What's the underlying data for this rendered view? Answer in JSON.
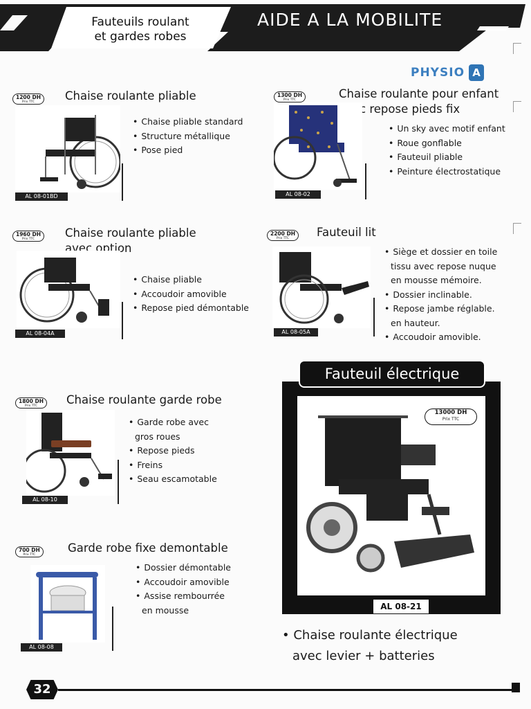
{
  "header": {
    "category_line1": "Fauteuils roulant",
    "category_line2": "et gardes robes",
    "title": "AIDE A LA MOBILITE"
  },
  "brand": {
    "text": "PHYSIO",
    "badge": "A"
  },
  "products": [
    {
      "id": "p1",
      "title_line1": "Chaise roulante pliable",
      "title_line2": "",
      "price": "1200 DH",
      "price_note": "Prix TTC",
      "code": "AL 08-01BD",
      "features": [
        {
          "t": "Chaise pliable standard",
          "b": true
        },
        {
          "t": "Structure métallique",
          "b": true
        },
        {
          "t": "Pose pied",
          "b": true
        }
      ]
    },
    {
      "id": "p2",
      "title_line1": "Chaise roulante pour enfant",
      "title_line2": "avec repose pieds fix",
      "price": "1300 DH",
      "price_note": "Prix TTC",
      "code": "AL 08-02",
      "features": [
        {
          "t": "Un sky avec motif enfant",
          "b": true
        },
        {
          "t": "Roue gonflable",
          "b": true
        },
        {
          "t": "Fauteuil pliable",
          "b": true
        },
        {
          "t": "Peinture électrostatique",
          "b": true
        }
      ]
    },
    {
      "id": "p3",
      "title_line1": "Chaise roulante pliable",
      "title_line2": "avec option",
      "price": "1960 DH",
      "price_note": "Prix TTC",
      "code": "AL 08-04A",
      "features": [
        {
          "t": "Chaise pliable",
          "b": true
        },
        {
          "t": "Accoudoir amovible",
          "b": true
        },
        {
          "t": "Repose pied démontable",
          "b": true
        }
      ]
    },
    {
      "id": "p4",
      "title_line1": "Fauteuil lit",
      "title_line2": "",
      "price": "2200 DH",
      "price_note": "Prix TTC",
      "code": "AL 08-05A",
      "features": [
        {
          "t": "Siège et dossier en toile",
          "b": true
        },
        {
          "t": "tissu avec repose nuque",
          "b": false
        },
        {
          "t": "en mousse mémoire.",
          "b": false
        },
        {
          "t": "Dossier inclinable.",
          "b": true
        },
        {
          "t": "Repose jambe réglable.",
          "b": true
        },
        {
          "t": "en hauteur.",
          "b": false
        },
        {
          "t": "Accoudoir amovible.",
          "b": true
        }
      ]
    },
    {
      "id": "p5",
      "title_line1": "Chaise roulante garde robe",
      "title_line2": "",
      "price": "1800 DH",
      "price_note": "Prix TTC",
      "code": "AL 08-10",
      "features": [
        {
          "t": "Garde robe avec",
          "b": true
        },
        {
          "t": "gros roues",
          "b": false
        },
        {
          "t": "Repose pieds",
          "b": true
        },
        {
          "t": "Freins",
          "b": true
        },
        {
          "t": "Seau escamotable",
          "b": true
        }
      ]
    },
    {
      "id": "p6",
      "title_line1": "Garde robe fixe demontable",
      "title_line2": "",
      "price": "700 DH",
      "price_note": "Prix TTC",
      "code": "AL 08-08",
      "features": [
        {
          "t": "Dossier démontable",
          "b": true
        },
        {
          "t": "Accoudoir amovible",
          "b": true
        },
        {
          "t": "Assise rembourrée",
          "b": true
        },
        {
          "t": "en mousse",
          "b": false
        }
      ]
    }
  ],
  "electric": {
    "title": "Fauteuil électrique",
    "price": "13000 DH",
    "price_note": "Prix TTC",
    "code": "AL 08-21",
    "desc_line1": "• Chaise roulante électrique",
    "desc_line2": "avec levier + batteries"
  },
  "page_number": "32"
}
